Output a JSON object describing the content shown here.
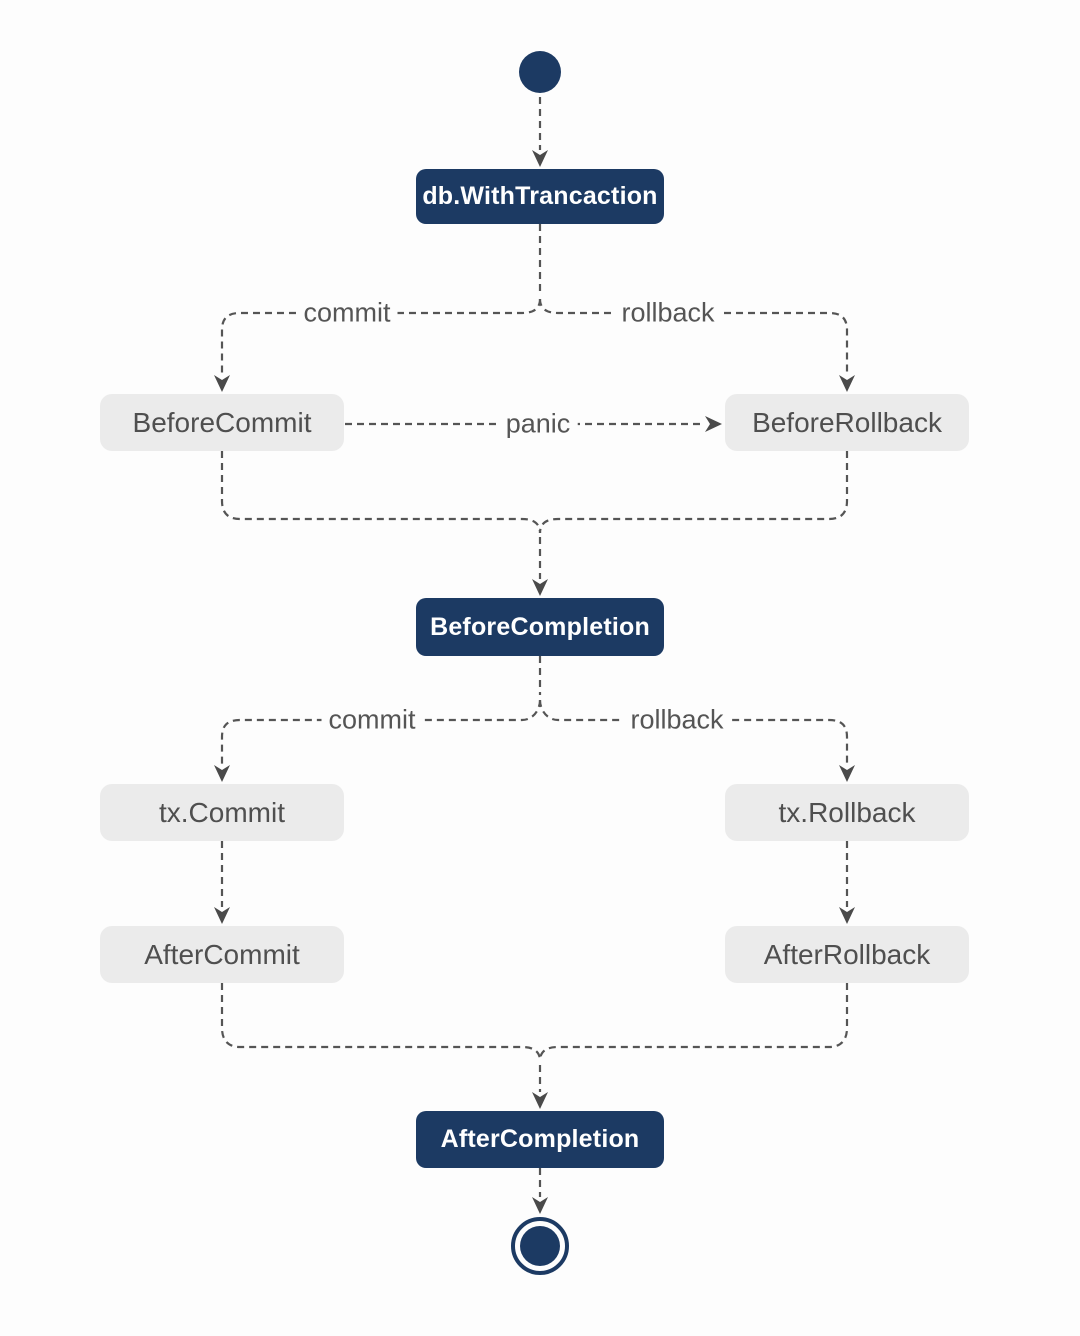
{
  "diagram": {
    "type": "state-flow-diagram",
    "background": "#fdfdfd",
    "colors": {
      "primary_node": "#1c3a63",
      "primary_text": "#ffffff",
      "secondary_node": "#ebebeb",
      "secondary_text": "#4f4f4f",
      "connector": "#555555",
      "arrowhead": "#4a4a4a",
      "edge_label_text": "#555555"
    },
    "nodes": {
      "start": {
        "shape": "filled-circle"
      },
      "db_with_trancaction": {
        "label": "db.WithTrancaction",
        "variant": "primary"
      },
      "before_commit": {
        "label": "BeforeCommit",
        "variant": "secondary"
      },
      "before_rollback": {
        "label": "BeforeRollback",
        "variant": "secondary"
      },
      "before_completion": {
        "label": "BeforeCompletion",
        "variant": "primary"
      },
      "tx_commit": {
        "label": "tx.Commit",
        "variant": "secondary"
      },
      "tx_rollback": {
        "label": "tx.Rollback",
        "variant": "secondary"
      },
      "after_commit": {
        "label": "AfterCommit",
        "variant": "secondary"
      },
      "after_rollback": {
        "label": "AfterRollback",
        "variant": "secondary"
      },
      "after_completion": {
        "label": "AfterCompletion",
        "variant": "primary"
      },
      "end": {
        "shape": "ring-circle"
      }
    },
    "edge_labels": {
      "branch1_commit": "commit",
      "branch1_rollback": "rollback",
      "panic": "panic",
      "branch2_commit": "commit",
      "branch2_rollback": "rollback"
    }
  }
}
